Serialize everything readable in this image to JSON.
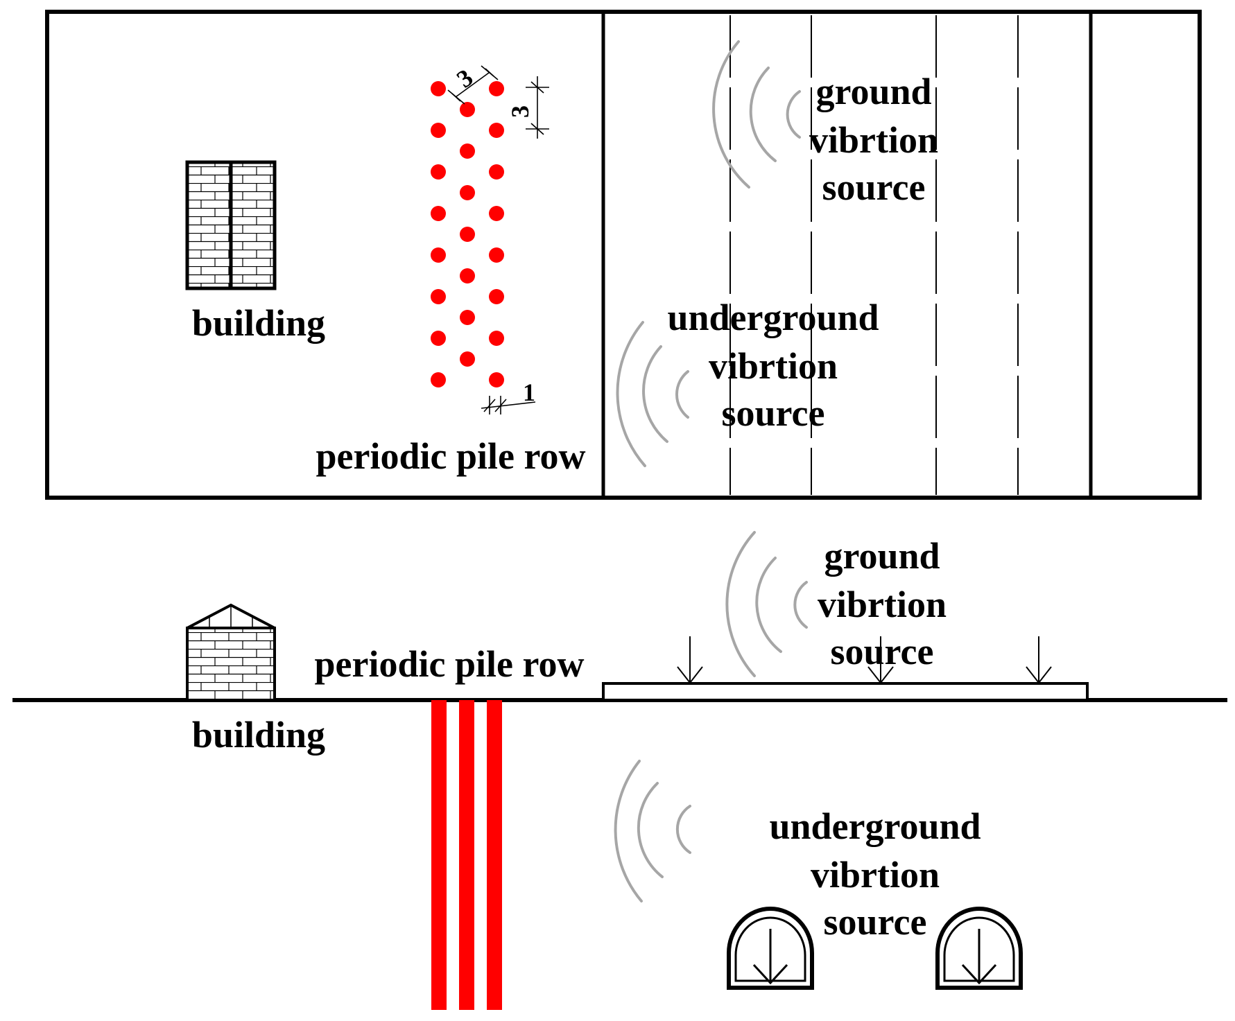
{
  "colors": {
    "pile": "#ff0000",
    "wave": "#a6a6a6",
    "line": "#000000",
    "background": "#ffffff"
  },
  "plan_view": {
    "building_label": "building",
    "pile_row_label": "periodic pile row",
    "ground_source": [
      "ground",
      "vibrtion",
      "source"
    ],
    "underground_source": [
      "underground",
      "vibrtion",
      "source"
    ],
    "dimensions": {
      "pile_spacing_diagonal": "3",
      "pile_spacing_vertical": "3",
      "pile_diameter": "1"
    },
    "pile_layout": {
      "outer_column_count": 8,
      "inner_column_count": 7
    }
  },
  "section_view": {
    "building_label": "building",
    "pile_row_label": "periodic pile row",
    "ground_source": [
      "ground",
      "vibrtion",
      "source"
    ],
    "underground_source": [
      "underground",
      "vibrtion",
      "source"
    ],
    "pile_count": 3,
    "tunnel_count": 2
  }
}
